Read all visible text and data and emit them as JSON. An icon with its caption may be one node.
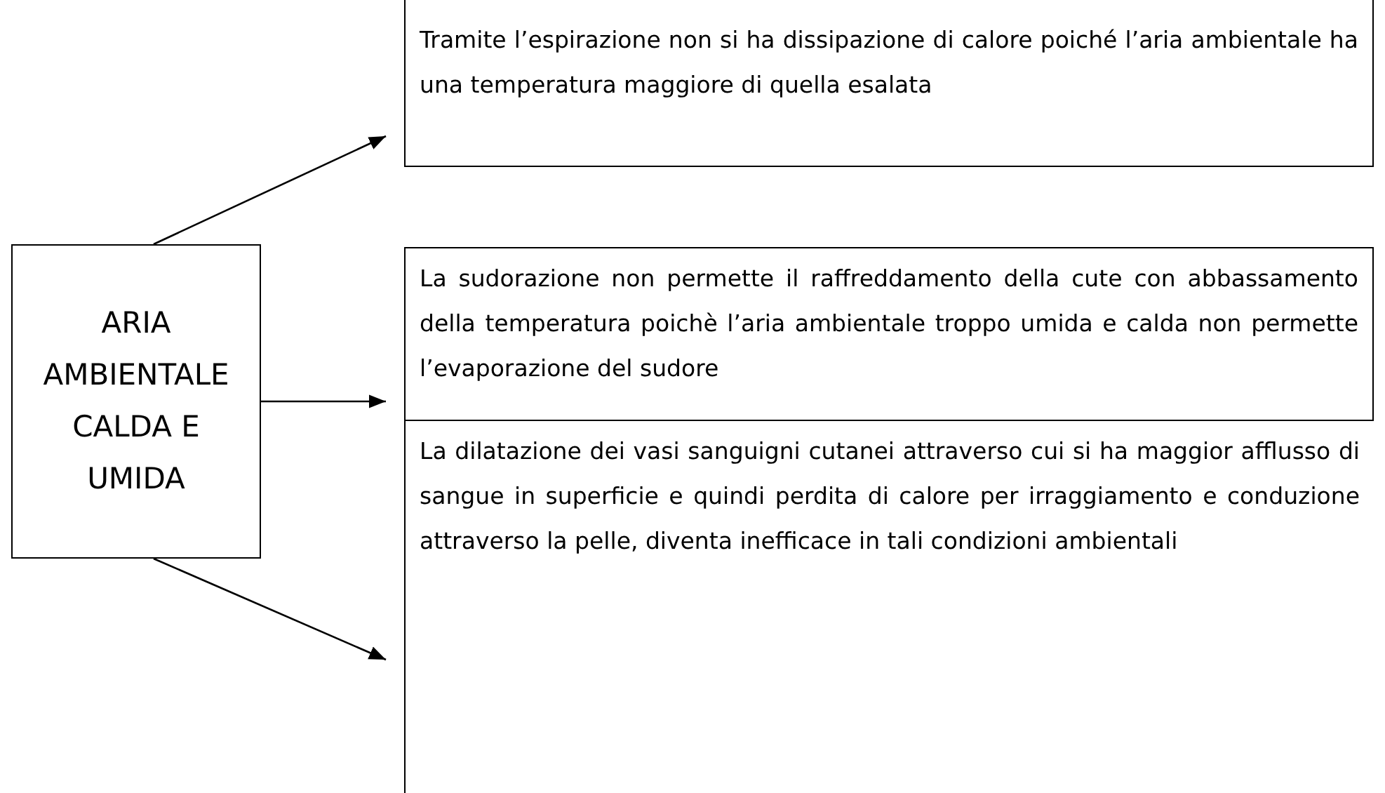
{
  "diagram": {
    "nodes": [
      {
        "text": [
          "ARIA AMBIENTALE CALDA E UMIDA"
        ]
      },
      {
        "text": [
          "Tramite l’espirazione non si ha dissipazione di calore poiché l’aria ambientale ha una temperatura maggiore di quella esalata"
        ]
      },
      {
        "text": [
          "La sudorazione non permette il raffreddamento della cute con abbassamento della temperatura poichè l’aria ambientale troppo umida e calda non permette l’evaporazione del sudore"
        ]
      },
      {
        "text": [
          "La dilatazione dei vasi sanguigni cutanei attraverso cui si ha maggior afflusso di sangue in superficie e quindi perdita di calore per irraggiamento e conduzione attraverso la pelle, diventa inefficace in tali condizioni ambientali"
        ]
      }
    ],
    "edges": [
      {
        "from": 0,
        "to": 1,
        "arrow": "to"
      },
      {
        "from": 0,
        "to": 2,
        "arrow": "to"
      },
      {
        "from": 0,
        "to": 3,
        "arrow": "to"
      }
    ]
  }
}
